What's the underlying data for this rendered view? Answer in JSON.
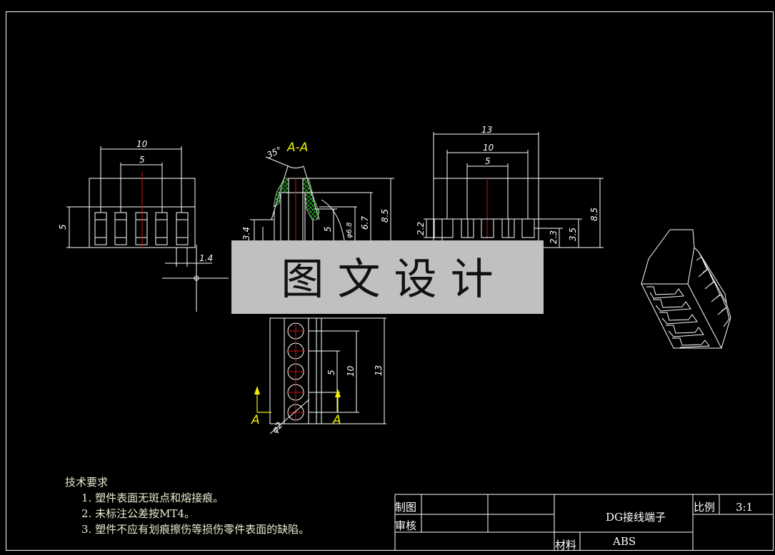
{
  "drawing": {
    "background_color": "#000000",
    "line_color": "#ffffff",
    "centerline_color": "#d01010",
    "section_color": "#f0f000",
    "hatch_color": "#30c030"
  },
  "views": {
    "front_left": {
      "dims": [
        "10",
        "5",
        "5",
        "1.4"
      ]
    },
    "section_aa": {
      "label": "A-A",
      "angle": "35°",
      "dims": [
        "8.5",
        "6.7",
        "5",
        "φ6.8",
        "3.4"
      ]
    },
    "bottom": {
      "dims": [
        "5",
        "10",
        "13",
        "φ2"
      ],
      "section_marks": [
        "A",
        "A"
      ]
    },
    "front_right": {
      "dims": [
        "13",
        "10",
        "5",
        "8.5",
        "3.5",
        "2.3",
        "2.2"
      ]
    }
  },
  "tech_requirements": {
    "title": "技术要求",
    "items": [
      "1. 塑件表面无斑点和熔接痕。",
      "2. 未标注公差按MT4。",
      "3. 塑件不应有划痕擦伤等损伤零件表面的缺陷。"
    ]
  },
  "title_block": {
    "drawn_label": "制图",
    "checked_label": "审核",
    "part_name": "DG接线端子",
    "scale_label": "比例",
    "scale_value": "3:1",
    "material_label": "材料",
    "material_value": "ABS"
  },
  "watermark": {
    "text": "图 文 设 计",
    "background": "#c0c0c0"
  }
}
